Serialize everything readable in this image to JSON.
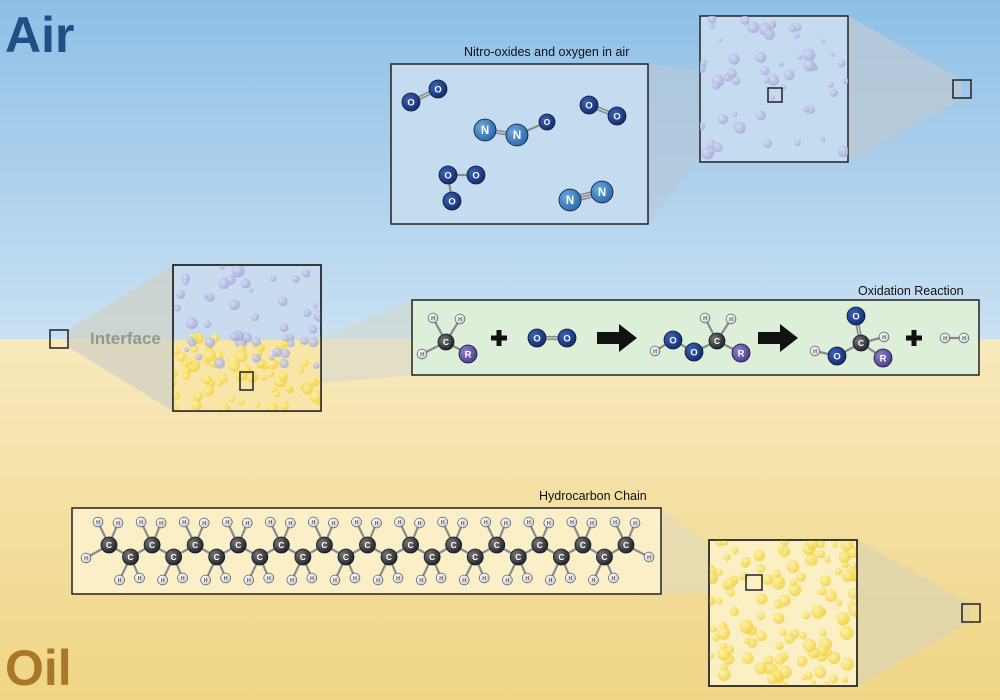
{
  "regions": {
    "air_label": "Air",
    "oil_label": "Oil",
    "interface_label": "Interface"
  },
  "panels": {
    "air_molecules_title": "Nitro-oxides and oxygen in air",
    "oxidation_title": "Oxidation Reaction",
    "hydrocarbon_title": "Hydrocarbon Chain"
  },
  "atoms": {
    "nitrogen": "N",
    "oxygen": "O",
    "carbon": "C",
    "hydrogen": "H",
    "radical": "R"
  },
  "colors": {
    "air_top": "#8fbfe6",
    "air_bottom": "#c5dff2",
    "oil_top": "#f7e7b8",
    "oil_bottom": "#f0d68a",
    "air_label": "#1f4f85",
    "oil_label": "#a8772a",
    "interface_label": "#8f9a8c",
    "nitrogen": "#3a7fc2",
    "oxygen": "#1d3f8f",
    "carbon": "#3d3d3d",
    "hydrogen": "#d9d9d9",
    "radical": "#6b5aa8",
    "reaction_panel": "#ddeed9"
  }
}
